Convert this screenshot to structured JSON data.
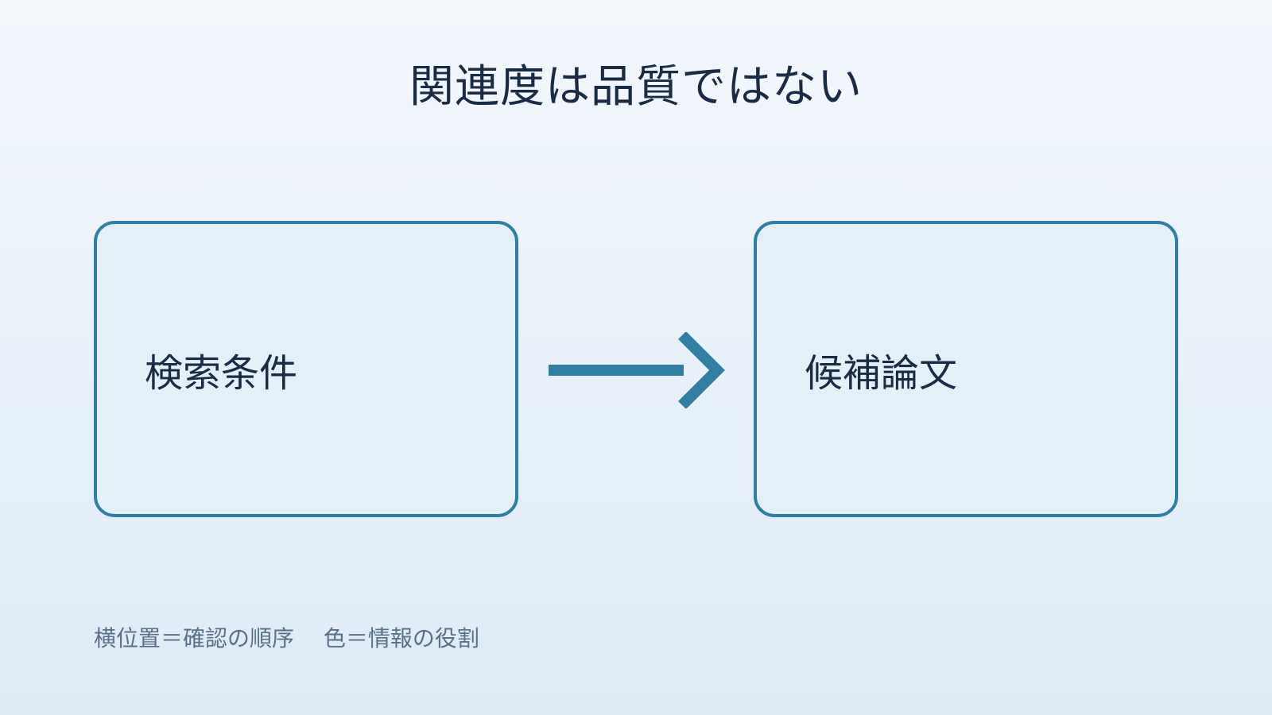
{
  "title": "関連度は品質ではない",
  "nodes": {
    "left": {
      "label": "検索条件"
    },
    "right": {
      "label": "候補論文"
    }
  },
  "caption": "横位置＝確認の順序　 色＝情報の役割",
  "colors": {
    "accent": "#2f7ea3",
    "node_fill": "#e3f0f7",
    "text": "#1a2b45",
    "caption_text": "#5a7089"
  },
  "icons": {
    "connector": "arrow-right-icon"
  }
}
